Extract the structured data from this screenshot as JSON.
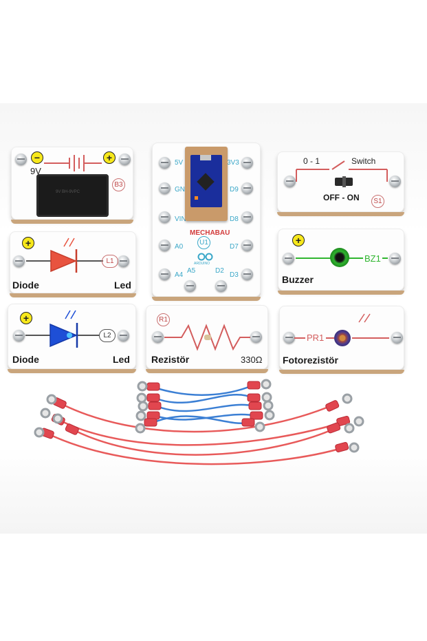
{
  "battery": {
    "voltage": "9V",
    "minus": "−",
    "plus": "+",
    "code": "B3",
    "holder_text": "9V BH-9VPC"
  },
  "switch": {
    "range": "0 - 1",
    "title": "Switch",
    "state": "OFF - ON",
    "code": "S1"
  },
  "arduino": {
    "left_pins": [
      "5V",
      "GND",
      "VIN",
      "A0",
      "A4"
    ],
    "right_pins": [
      "3V3",
      "D9",
      "D8",
      "D7",
      "D3"
    ],
    "bottom_pins": [
      "A5",
      "D2"
    ],
    "code": "U1",
    "logo": "ARDUINO",
    "brand": "MECHABAU"
  },
  "led_red": {
    "plus": "+",
    "name": "Diode",
    "type": "Led",
    "code": "L1"
  },
  "buzzer": {
    "plus": "+",
    "name": "Buzzer",
    "code": "BZ1"
  },
  "led_blue": {
    "plus": "+",
    "name": "Diode",
    "type": "Led",
    "code": "L2"
  },
  "resistor": {
    "code": "R1",
    "name": "Rezistör",
    "value": "330Ω"
  },
  "photoresistor": {
    "code": "PR1",
    "name": "Fotorezistör"
  },
  "colors": {
    "red": "#e8533f",
    "blue": "#1e4fd6",
    "green": "#2fb52f",
    "yellow": "#f7e81b",
    "wire_red": "#e85a5a",
    "wire_blue": "#3b7fd4"
  }
}
